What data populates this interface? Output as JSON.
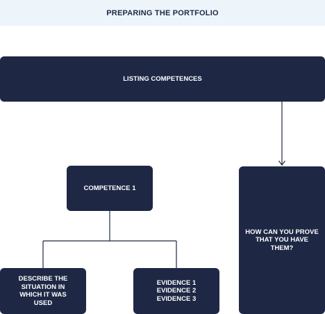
{
  "header": {
    "title": "PREPARING THE PORTFOLIO"
  },
  "nodes": {
    "listing": "LISTING COMPETENCES",
    "competence": "COMPETENCE 1",
    "prove": "HOW CAN YOU PROVE\nTHAT YOU HAVE\nTHEM?",
    "describe": "DESCRIBE THE\nSITUATION IN\nWHICH IT WAS\nUSED",
    "evidence": "EVIDENCE 1\nEVIDENCE 2\nEVIDENCE 3"
  },
  "colors": {
    "node_fill": "#1e2845",
    "header_bg": "#edf5fb",
    "line": "#1e2845"
  }
}
